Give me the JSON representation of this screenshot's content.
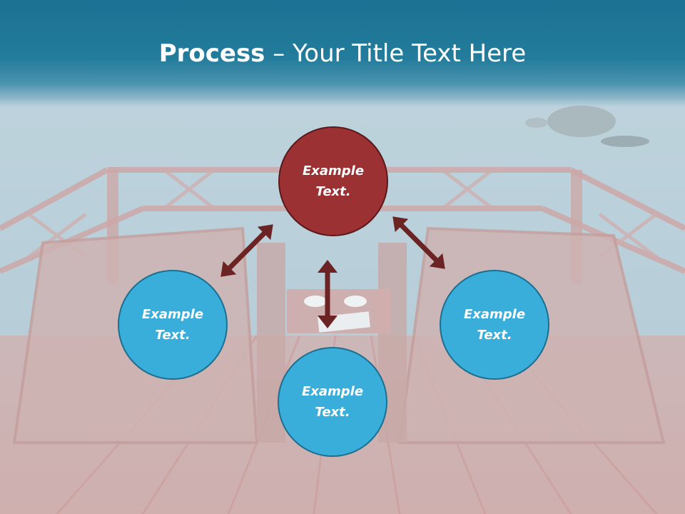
{
  "title": {
    "bold": "Process",
    "rest": " – Your Title Text Here"
  },
  "nodes": [
    {
      "text": "Example Text.",
      "color": "#9b3133"
    },
    {
      "text": "Example Text.",
      "color": "#3aaedb"
    },
    {
      "text": "Example Text.",
      "color": "#3aaedb"
    },
    {
      "text": "Example Text.",
      "color": "#3aaedb"
    }
  ],
  "colors": {
    "title_band": "#1b7192",
    "arrow": "#6b2324",
    "accent_blue": "#3aaedb",
    "accent_red": "#9b3133"
  }
}
